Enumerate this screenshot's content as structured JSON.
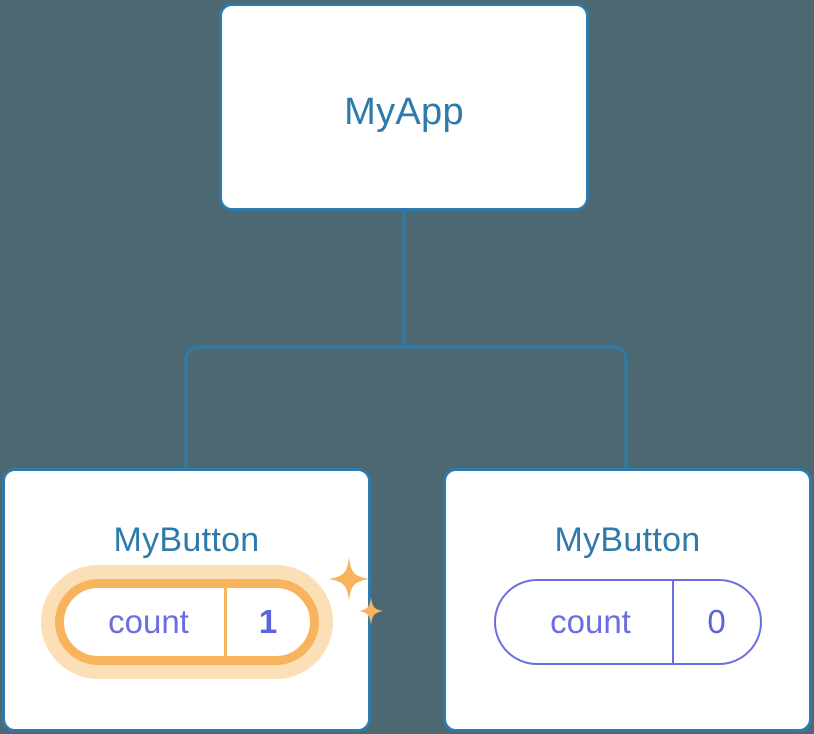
{
  "diagram": {
    "title": "component-tree",
    "background_color": "#4c6873",
    "edge_color": "#2e7bab"
  },
  "nodes": {
    "root": {
      "label": "MyApp",
      "border_color": "#2e7bab",
      "text_color": "#2e7bab",
      "fill_color": "#ffffff"
    },
    "children": [
      {
        "label": "MyButton",
        "border_color": "#2e7bab",
        "text_color": "#2e7bab",
        "fill_color": "#ffffff",
        "state": {
          "key": "count",
          "value": "1",
          "highlighted": true,
          "highlight_color": "#f7b45c",
          "glow_color": "#fbdfb6",
          "key_color": "#6b6ee0",
          "value_color": "#5b63dd",
          "sparkle_color": "#f7b45c",
          "sparkle_count": 2
        }
      },
      {
        "label": "MyButton",
        "border_color": "#2e7bab",
        "text_color": "#2e7bab",
        "fill_color": "#ffffff",
        "state": {
          "key": "count",
          "value": "0",
          "highlighted": false,
          "outline_color": "#6b6ee0",
          "key_color": "#6b6ee0",
          "value_color": "#5b63dd"
        }
      }
    ]
  }
}
